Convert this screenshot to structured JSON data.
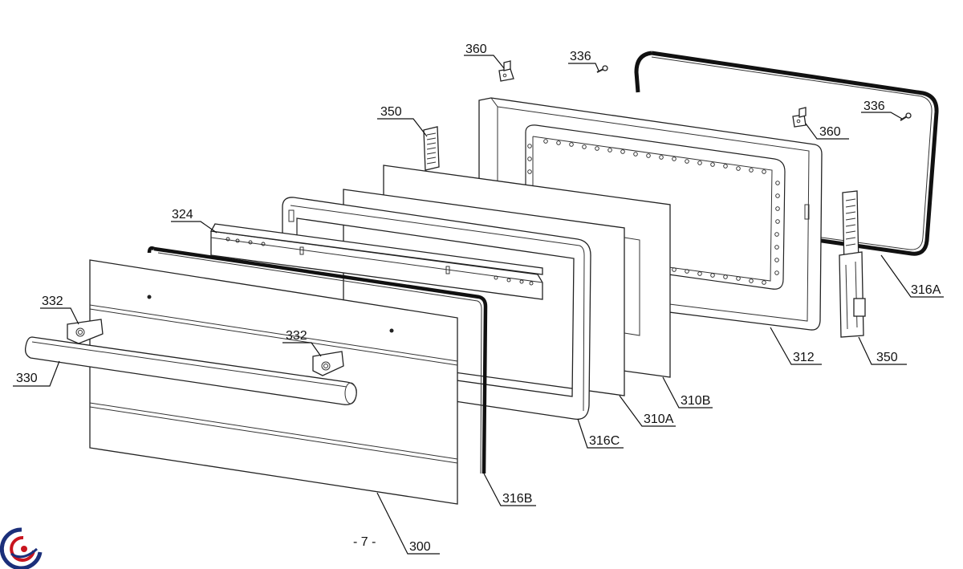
{
  "page_number": "- 7 -",
  "callouts": {
    "c360a": "360",
    "c336a": "336",
    "c336b": "336",
    "c360b": "360",
    "c350a": "350",
    "c350b": "350",
    "c324": "324",
    "c332a": "332",
    "c332b": "332",
    "c330": "330",
    "c316a": "316A",
    "c312": "312",
    "c310b": "310B",
    "c310a": "310A",
    "c316c": "316C",
    "c316b": "316B",
    "c300": "300"
  }
}
